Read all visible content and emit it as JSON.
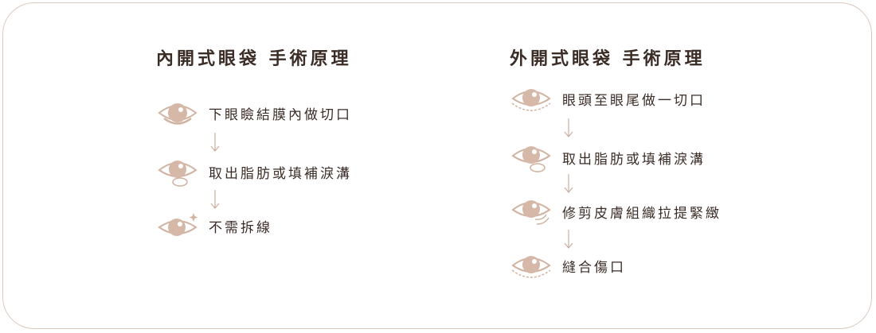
{
  "left": {
    "title": "內開式眼袋 手術原理",
    "steps": [
      {
        "label": "下眼瞼結膜內做切口",
        "icon": "eye-lower-incision-icon"
      },
      {
        "label": "取出脂肪或填補淚溝",
        "icon": "eye-fat-removal-icon"
      },
      {
        "label": "不需拆線",
        "icon": "eye-sparkle-icon"
      }
    ]
  },
  "right": {
    "title": "外開式眼袋 手術原理",
    "steps": [
      {
        "label": "眼頭至眼尾做一切口",
        "icon": "eye-dashed-incision-icon"
      },
      {
        "label": "取出脂肪或填補淚溝",
        "icon": "eye-fat-removal-icon"
      },
      {
        "label": "修剪皮膚組織拉提緊緻",
        "icon": "eye-skin-trim-icon"
      },
      {
        "label": "縫合傷口",
        "icon": "eye-dashed-incision-icon"
      }
    ]
  },
  "colors": {
    "iris": "#d5b8a8",
    "pupil": "#ffffff",
    "accent_line": "#d1b3a1",
    "text": "#3b2c26",
    "border": "#d9c9bd"
  }
}
